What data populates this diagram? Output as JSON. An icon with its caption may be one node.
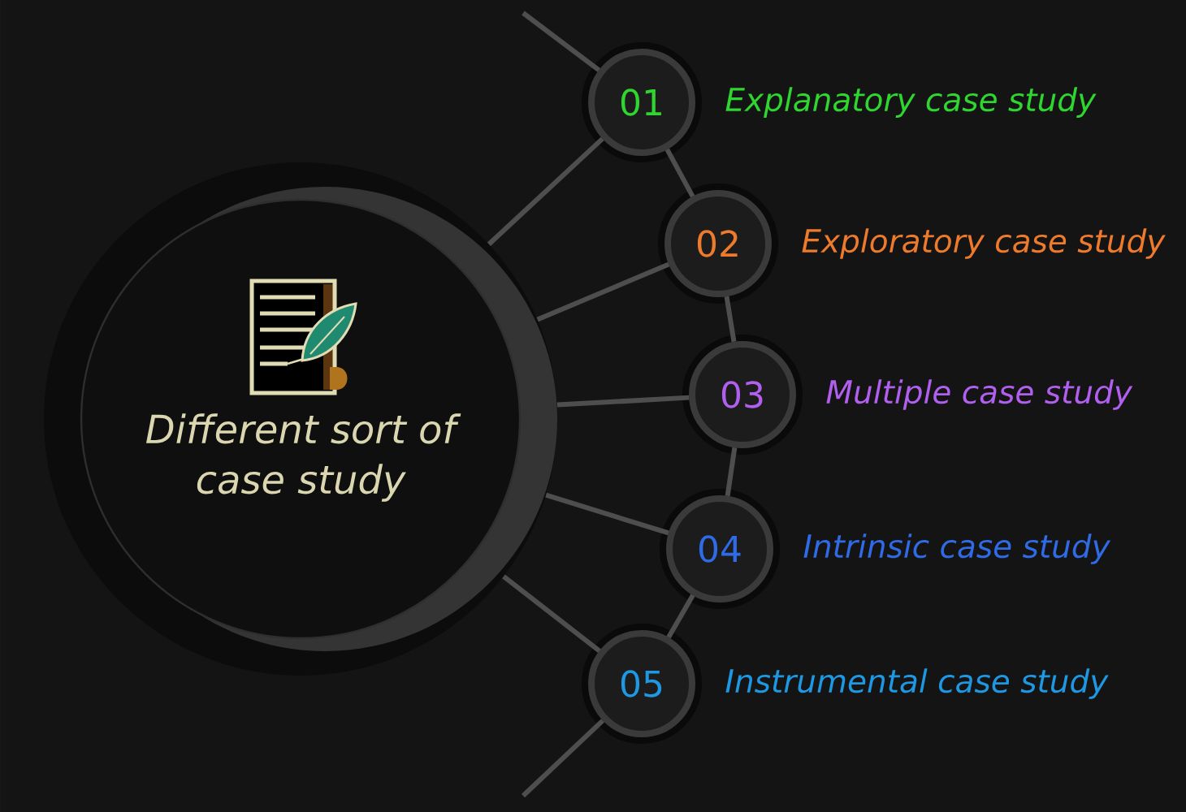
{
  "diagram": {
    "nodes": [
      {
        "text": [
          "Different sort of case study"
        ]
      },
      {
        "text": [
          "01"
        ],
        "beside": [
          "Explanatory case study"
        ]
      },
      {
        "text": [
          "02"
        ],
        "beside": [
          "Exploratory case study"
        ]
      },
      {
        "text": [
          "03"
        ],
        "beside": [
          "Multiple case study"
        ]
      },
      {
        "text": [
          "04"
        ],
        "beside": [
          "Intrinsic case study"
        ]
      },
      {
        "text": [
          "05"
        ],
        "beside": [
          "Instrumental case study"
        ]
      }
    ],
    "edges": [
      {
        "from": null,
        "to": 1,
        "arrow": "none"
      },
      {
        "from": 0,
        "to": 1,
        "arrow": "none"
      },
      {
        "from": 1,
        "to": 2,
        "arrow": "none"
      },
      {
        "from": 0,
        "to": 2,
        "arrow": "none"
      },
      {
        "from": 2,
        "to": 3,
        "arrow": "none"
      },
      {
        "from": 0,
        "to": 3,
        "arrow": "none"
      },
      {
        "from": 3,
        "to": 4,
        "arrow": "none"
      },
      {
        "from": 0,
        "to": 4,
        "arrow": "none"
      },
      {
        "from": 4,
        "to": 5,
        "arrow": "none"
      },
      {
        "from": 0,
        "to": 5,
        "arrow": "none"
      },
      {
        "from": 5,
        "to": null,
        "arrow": "none"
      }
    ]
  }
}
